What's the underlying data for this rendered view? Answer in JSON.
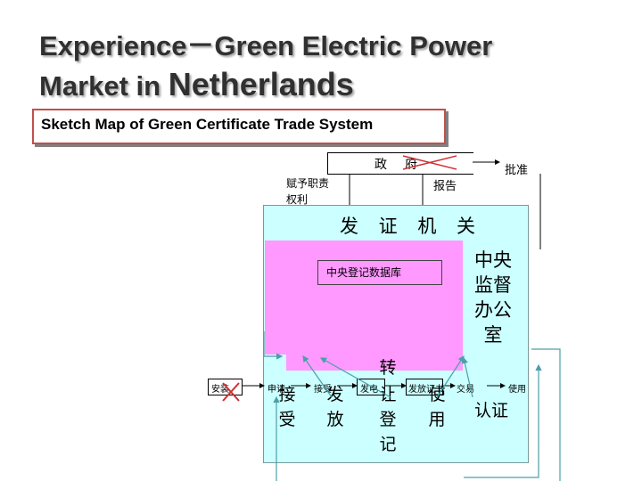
{
  "title": {
    "line1": "Experience－Green Electric Power",
    "line2_pre": "Market in ",
    "line2_big": "Netherlands"
  },
  "subtitle": "Sketch Map of Green Certificate Trade System",
  "diagram": {
    "government": "政",
    "government_2": "府",
    "approve": "批准",
    "grant": [
      "赋予职责",
      "权利"
    ],
    "report": "报告",
    "issuing_office": "发 证 机 关",
    "central_db": "中央登记数据库",
    "supervision": "中央监督办公室",
    "steps": [
      "安装",
      "申请",
      "接受",
      "发电",
      "发放证书",
      "交易",
      "使用"
    ],
    "big_chars": {
      "accept": [
        "接",
        "受"
      ],
      "issue": [
        "发",
        "放"
      ],
      "transfer": [
        "转",
        "让",
        "登",
        "记"
      ],
      "use": [
        "使",
        "用"
      ],
      "certify": "认证"
    }
  },
  "colors": {
    "office_bg": "#ccffff",
    "db_area": "#ff99ff",
    "arrow": "#4aa0a8",
    "cross": "#d03030",
    "frame": "#c0504d"
  }
}
